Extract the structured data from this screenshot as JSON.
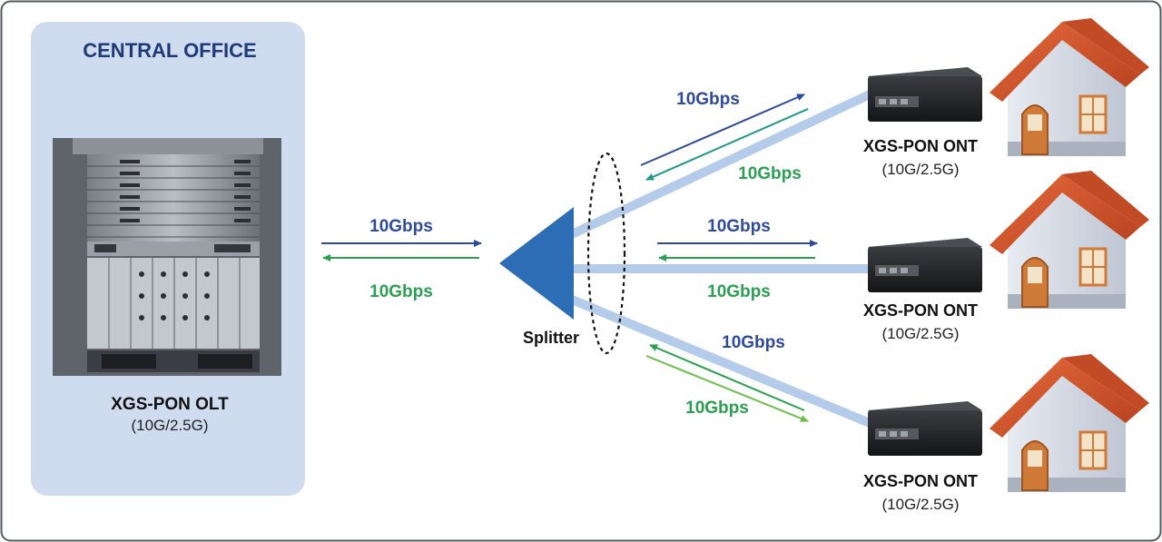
{
  "central_office": {
    "title": "CENTRAL OFFICE"
  },
  "olt": {
    "name": "XGS-PON OLT",
    "rate": "(10G/2.5G)"
  },
  "splitter": {
    "label": "Splitter"
  },
  "links": {
    "feeder_down": "10Gbps",
    "feeder_up": "10Gbps",
    "ont1_down": "10Gbps",
    "ont1_up": "10Gbps",
    "ont2_down": "10Gbps",
    "ont2_up": "10Gbps",
    "ont3_down": "10Gbps",
    "ont3_up": "10Gbps"
  },
  "onts": [
    {
      "name": "XGS-PON ONT",
      "rate": "(10G/2.5G)"
    },
    {
      "name": "XGS-PON ONT",
      "rate": "(10G/2.5G)"
    },
    {
      "name": "XGS-PON ONT",
      "rate": "(10G/2.5G)"
    }
  ],
  "colors": {
    "panel": "#cfdcf0",
    "title": "#1f3a78",
    "downstream": "#2e4a9a",
    "upstream": "#2aa050",
    "upstream_teal": "#1c9a8a",
    "fiber": "#a9c4e6",
    "splitter": "#2d6db5",
    "roof": "#d2542b",
    "wall": "#d6dbe6"
  }
}
